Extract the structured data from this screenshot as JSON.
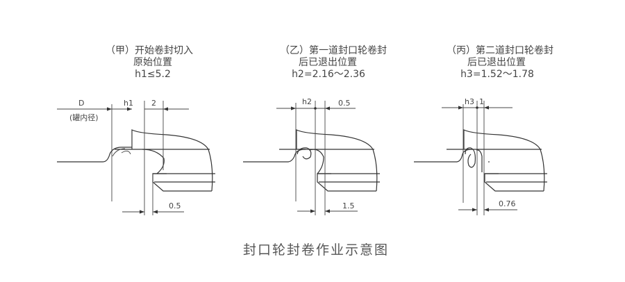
{
  "panels": [
    {
      "title1": "（甲）开始卷封切入",
      "title2": "原始位置",
      "title3": "h1≤5.2",
      "dim_left": "h1",
      "dim_right": "2",
      "dim_bottom": "0.5",
      "d_label": "D",
      "d_note": "(罐内径)"
    },
    {
      "title1": "（乙）第一道封口轮卷封",
      "title2": "后已退出位置",
      "title3": "h2=2.16～2.36",
      "dim_left": "h2",
      "dim_right": "0.5",
      "dim_bottom": "1.5"
    },
    {
      "title1": "（丙）第二道封口轮卷封",
      "title2": "后已退出位置",
      "title3": "h3=1.52～1.78",
      "dim_left": "h3",
      "dim_right": "1",
      "dim_bottom": "0.76"
    }
  ],
  "caption": "封口轮封卷作业示意图"
}
